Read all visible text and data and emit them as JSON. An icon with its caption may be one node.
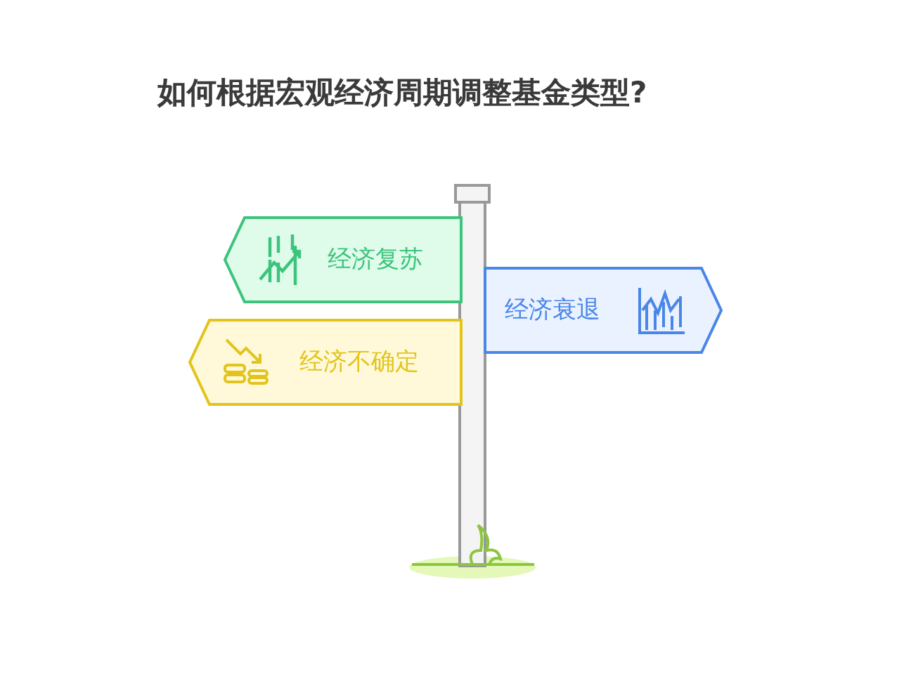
{
  "diagram": {
    "title": "如何根据宏观经济周期调整基金类型?",
    "nodes": [
      {
        "text": [
          "经济复苏"
        ]
      },
      {
        "text": [
          "经济衰退"
        ]
      },
      {
        "text": [
          "经济不确定"
        ]
      }
    ]
  }
}
